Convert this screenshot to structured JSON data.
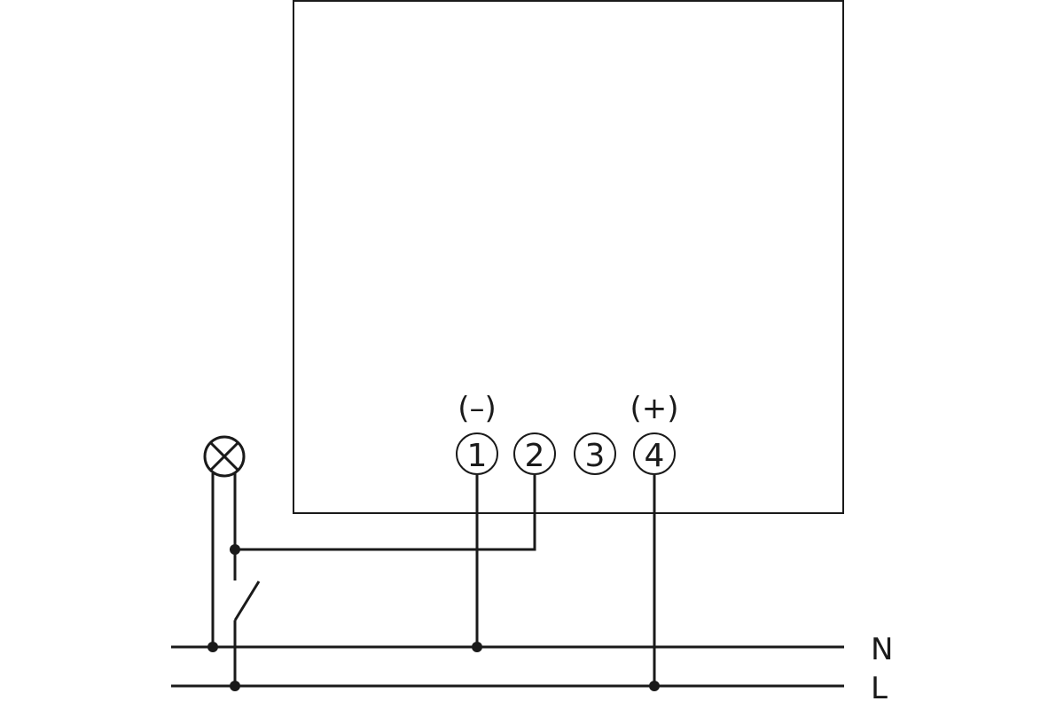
{
  "terminals": [
    {
      "id": "1",
      "label": "1",
      "polarity": "(–)"
    },
    {
      "id": "2",
      "label": "2",
      "polarity": ""
    },
    {
      "id": "3",
      "label": "3",
      "polarity": ""
    },
    {
      "id": "4",
      "label": "4",
      "polarity": "(+)"
    }
  ],
  "lines": {
    "neutral": "N",
    "live": "L"
  },
  "icons": {
    "lamp": "lamp-icon",
    "switch": "switch-icon"
  },
  "colors": {
    "ink": "#1a1a1a",
    "background": "#ffffff"
  }
}
